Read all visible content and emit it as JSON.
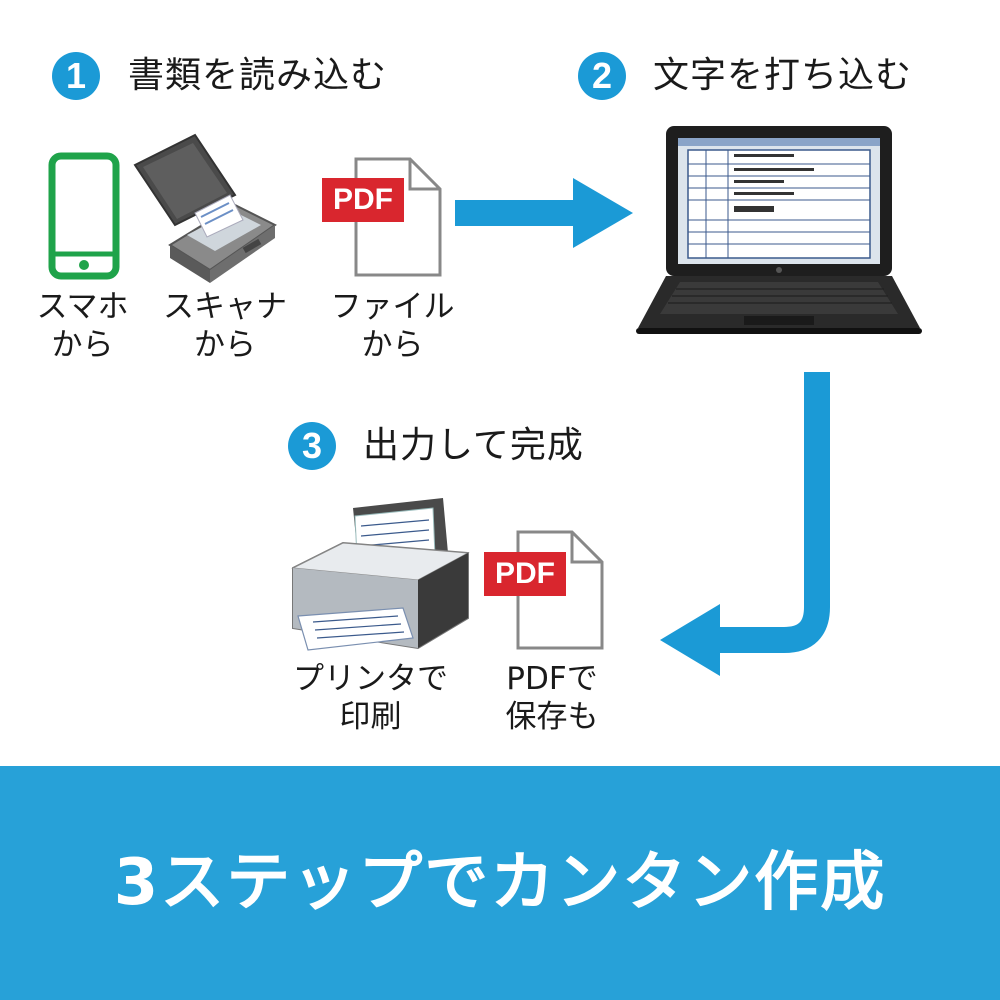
{
  "steps": [
    {
      "number": "1",
      "title": "書類を読み込む"
    },
    {
      "number": "2",
      "title": "文字を打ち込む"
    },
    {
      "number": "3",
      "title": "出力して完成"
    }
  ],
  "sources": {
    "phone": {
      "line1": "スマホ",
      "line2": "から"
    },
    "scanner": {
      "line1": "スキャナ",
      "line2": "から"
    },
    "file": {
      "line1": "ファイル",
      "line2": "から"
    }
  },
  "outputs": {
    "printer": {
      "line1": "プリンタで",
      "line2": "印刷"
    },
    "pdf": {
      "line1": "PDFで",
      "line2": "保存も"
    }
  },
  "pdf_badge": "PDF",
  "banner": {
    "text": "3ステップでカンタン作成"
  },
  "colors": {
    "accent": "#1b9ad6",
    "banner": "#27a1d8",
    "pdf_red": "#d9262e",
    "phone_green": "#1fa34a"
  }
}
